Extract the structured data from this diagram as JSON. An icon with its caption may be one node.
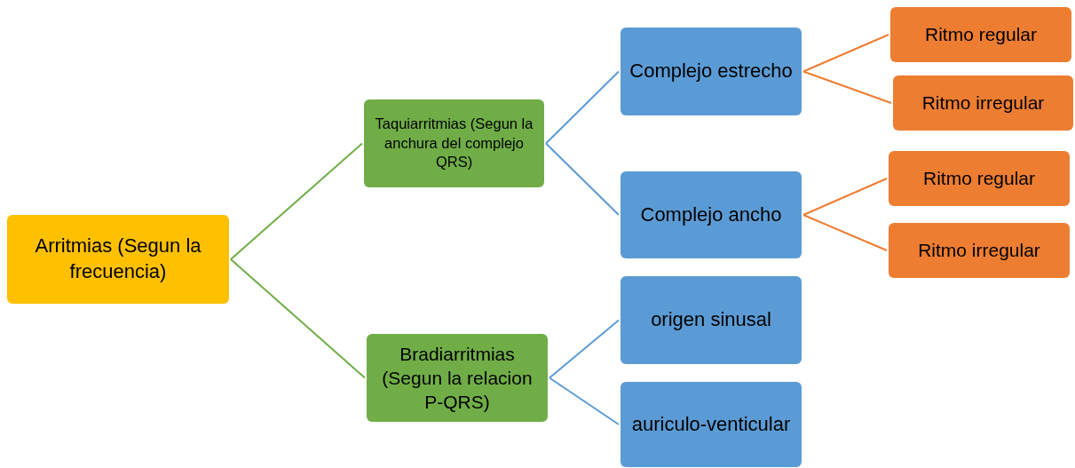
{
  "diagram": {
    "nodes": [
      {
        "text": [
          "Arritmias (Segun la frecuencia)"
        ]
      },
      {
        "text": [
          "Taquiarritmias (Segun la anchura del complejo QRS)"
        ]
      },
      {
        "text": [
          "Bradiarritmias (Segun la relacion P-QRS)"
        ]
      },
      {
        "text": [
          "Complejo estrecho"
        ]
      },
      {
        "text": [
          "Complejo ancho"
        ]
      },
      {
        "text": [
          "origen sinusal"
        ]
      },
      {
        "text": [
          "auriculo-venticular"
        ]
      },
      {
        "text": [
          "Ritmo regular"
        ]
      },
      {
        "text": [
          "Ritmo irregular"
        ]
      },
      {
        "text": [
          "Ritmo regular"
        ]
      },
      {
        "text": [
          "Ritmo irregular"
        ]
      }
    ],
    "edges": [
      {
        "from": 0,
        "to": 1,
        "arrow": "none",
        "color": "#70ad47"
      },
      {
        "from": 0,
        "to": 2,
        "arrow": "none",
        "color": "#70ad47"
      },
      {
        "from": 1,
        "to": 3,
        "arrow": "none",
        "color": "#5b9bd5"
      },
      {
        "from": 1,
        "to": 4,
        "arrow": "none",
        "color": "#5b9bd5"
      },
      {
        "from": 2,
        "to": 5,
        "arrow": "none",
        "color": "#5b9bd5"
      },
      {
        "from": 2,
        "to": 6,
        "arrow": "none",
        "color": "#5b9bd5"
      },
      {
        "from": 3,
        "to": 7,
        "arrow": "none",
        "color": "#ed7d31"
      },
      {
        "from": 3,
        "to": 8,
        "arrow": "none",
        "color": "#ed7d31"
      },
      {
        "from": 4,
        "to": 9,
        "arrow": "none",
        "color": "#ed7d31"
      },
      {
        "from": 4,
        "to": 10,
        "arrow": "none",
        "color": "#ed7d31"
      }
    ]
  }
}
